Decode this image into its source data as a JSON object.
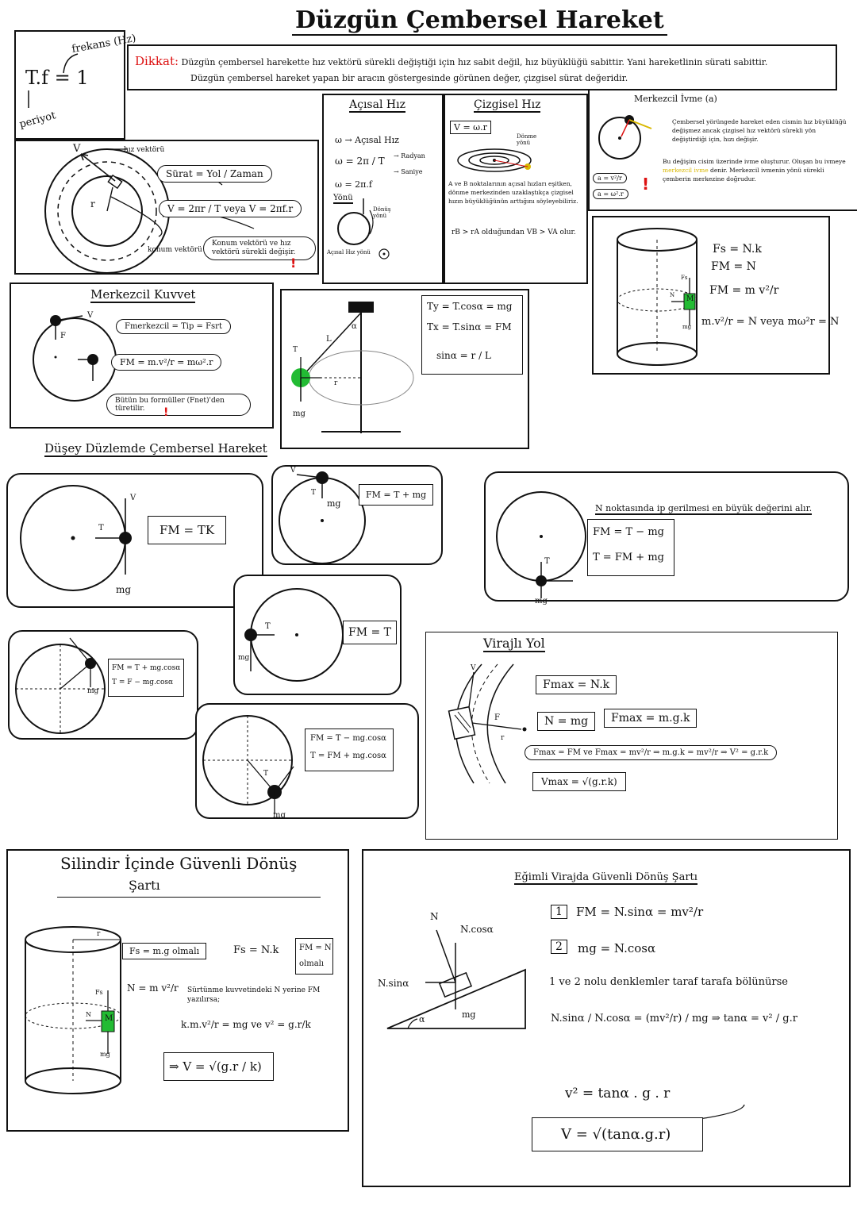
{
  "title": "Düzgün Çembersel Hareket",
  "tf": {
    "formula": "T.f = 1",
    "freq_label": "frekans (Hz)",
    "period_label": "periyot"
  },
  "dikkat": {
    "label": "Dikkat:",
    "line1": "Düzgün çembersel harekette hız vektörü sürekli değiştiği için hız sabit değil, hız büyüklüğü sabittir. Yani hareketlinin sürati sabittir.",
    "line2": "Düzgün çembersel hareket yapan bir aracın göstergesinde görünen değer, çizgisel sürat değeridir."
  },
  "surat": {
    "v_label": "V",
    "hiz_vektoru": "hız vektörü",
    "r_label": "r",
    "formula1": "Sürat = Yol / Zaman",
    "formula2": "V = 2πr / T   veya   V = 2πf.r",
    "konum_vektoru": "konum vektörü",
    "note": "Konum vektörü ve hız vektörü sürekli değişir.",
    "excl": "!"
  },
  "acisal": {
    "heading": "Açısal Hız",
    "l1": "ω → Açısal Hız",
    "l2": "ω = 2π / T",
    "l2a": "→ Radyan",
    "l2b": "→ Saniye",
    "l3": "ω = 2π.f",
    "yonu": "Yönü",
    "donus": "Dönüş yönü",
    "yon_note": "Açısal Hız yönü"
  },
  "cizgisel": {
    "heading": "Çizgisel Hız",
    "formula": "V = ω.r",
    "donme": "Dönme yönü",
    "note": "A ve B noktalarının açısal hızları eşitken, dönme merkezinden uzaklaştıkça çizgisel hızın büyüklüğünün arttığını söyleyebiliriz.",
    "rel": "rB > rA olduğundan VB > VA olur."
  },
  "ivme": {
    "heading": "Merkezcil İvme (a)",
    "note1": "Çembersel yörüngede hareket eden cismin hız büyüklüğü değişmez ancak çizgisel hız vektörü sürekli yön değiştirdiği için, hızı değişir.",
    "note2a": "Bu değişim cisim üzerinde ivme oluşturur. Oluşan bu ivmeye ",
    "note2b": "merkezcil ivme",
    "note2c": " denir. Merkezcil ivmenin yönü sürekli çemberin merkezine doğrudur.",
    "f1": "a = v²/r",
    "f2": "a = ω².r",
    "excl": "!"
  },
  "silindir1": {
    "fs": "Fs = N.k",
    "fm": "FM = N",
    "fm2": "FM = m v²/r",
    "f4": "m.v²/r = N  veya  mω²r = N",
    "m": "M",
    "fs_lbl": "Fs",
    "n_lbl": "N",
    "mg": "mg"
  },
  "merkezcil_kuvvet": {
    "heading": "Merkezcil Kuvvet",
    "f1": "Fmerkezcil = Tip = Fsrt",
    "f2": "FM = m.v²/r = mω².r",
    "note": "Bütün bu formüller (Fnet)'den türetilir.",
    "excl": "!",
    "v": "V",
    "f": "F"
  },
  "konik": {
    "ty": "Ty = T.cosα = mg",
    "tx": "Tx = T.sinα = FM",
    "sin": "sinα = r / L",
    "l": "L",
    "r": "r",
    "a": "α",
    "T": "T",
    "mg": "mg"
  },
  "duzey": {
    "heading": "Düşey Düzlemde Çembersel Hareket"
  },
  "d1": {
    "f": "FM = TK",
    "t": "T",
    "v": "V",
    "mg": "mg"
  },
  "d2": {
    "f": "FM = T + mg",
    "t": "T",
    "v": "V",
    "mg": "mg"
  },
  "d3": {
    "note": "N noktasında ip gerilmesi en büyük değerini alır.",
    "f1": "FM = T − mg",
    "f2": "T = FM + mg",
    "t": "T",
    "mg": "mg"
  },
  "d4": {
    "f": "FM = T",
    "t": "T",
    "mg": "mg"
  },
  "d5": {
    "f1": "FM = T + mg.cosα",
    "f2": "T = F − mg.cosα",
    "mg": "mg"
  },
  "d6": {
    "f1": "FM = T − mg.cosα",
    "f2": "T = FM + mg.cosα",
    "t": "T",
    "mg": "mg"
  },
  "virajli": {
    "heading": "Virajlı Yol",
    "f1": "Fmax = N.k",
    "f2": "N = mg",
    "f3": "Fmax = m.g.k",
    "f4": "Fmax = FM ve Fmax = mv²/r ⇒ m.g.k = mv²/r ⇒ V² = g.r.k",
    "f5": "Vmax = √(g.r.k)",
    "F": "F",
    "r": "r",
    "v": "V"
  },
  "silindir2": {
    "heading": "Silindir İçinde Güvenli Dönüş",
    "heading2": "Şartı",
    "f1": "Fs = m.g olmalı",
    "f2": "Fs = N.k",
    "f3a": "FM = N",
    "f3b": "olmalı",
    "f4": "N = m v²/r",
    "note": "Sürtünme kuvvetindeki N yerine FM yazılırsa;",
    "f5": "k.m.v²/r = mg  ve  v² = g.r/k",
    "f6": "⇒  V = √(g.r / k)",
    "m": "M",
    "fs_lbl": "Fs",
    "n_lbl": "N",
    "mg": "mg",
    "r": "r"
  },
  "egimli": {
    "heading": "Eğimli Virajda Güvenli Dönüş Şartı",
    "n": "N",
    "ncos": "N.cosα",
    "nsin": "N.sinα",
    "mg": "mg",
    "a": "α",
    "e1n": "1",
    "e1": "FM = N.sinα = mv²/r",
    "e2n": "2",
    "e2": "mg = N.cosα",
    "note": "1 ve 2 nolu denklemler taraf tarafa bölünürse",
    "div": "N.sinα / N.cosα = (mv²/r) / mg   ⇒   tanα = v² / g.r",
    "res": "v² = tanα . g . r",
    "final": "V = √(tanα.g.r)"
  },
  "colors": {
    "ink": "#111111",
    "red": "#dd1111",
    "green": "#22bb33",
    "yellow": "#d9b800"
  }
}
